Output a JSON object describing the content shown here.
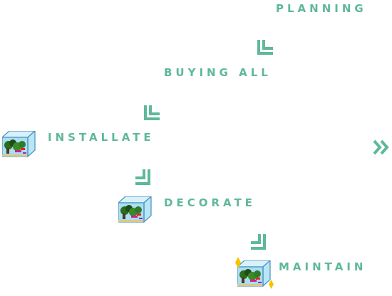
{
  "steps": [
    {
      "label": "PLANNING"
    },
    {
      "label": "BUYING ALL"
    },
    {
      "label": "INSTALLATE"
    },
    {
      "label": "DECORATE"
    },
    {
      "label": "MAINTAIN"
    }
  ],
  "colors": {
    "accent": "#5fb89a",
    "tank_glass": "#a9dff0",
    "tank_edge": "#4a90c0",
    "sparkle": "#f5c400"
  },
  "icons": {
    "connector": "corner-arrow-icon",
    "tank": "aquarium-icon",
    "next": "double-chevron-right-icon",
    "sparkle": "sparkle-icon"
  }
}
